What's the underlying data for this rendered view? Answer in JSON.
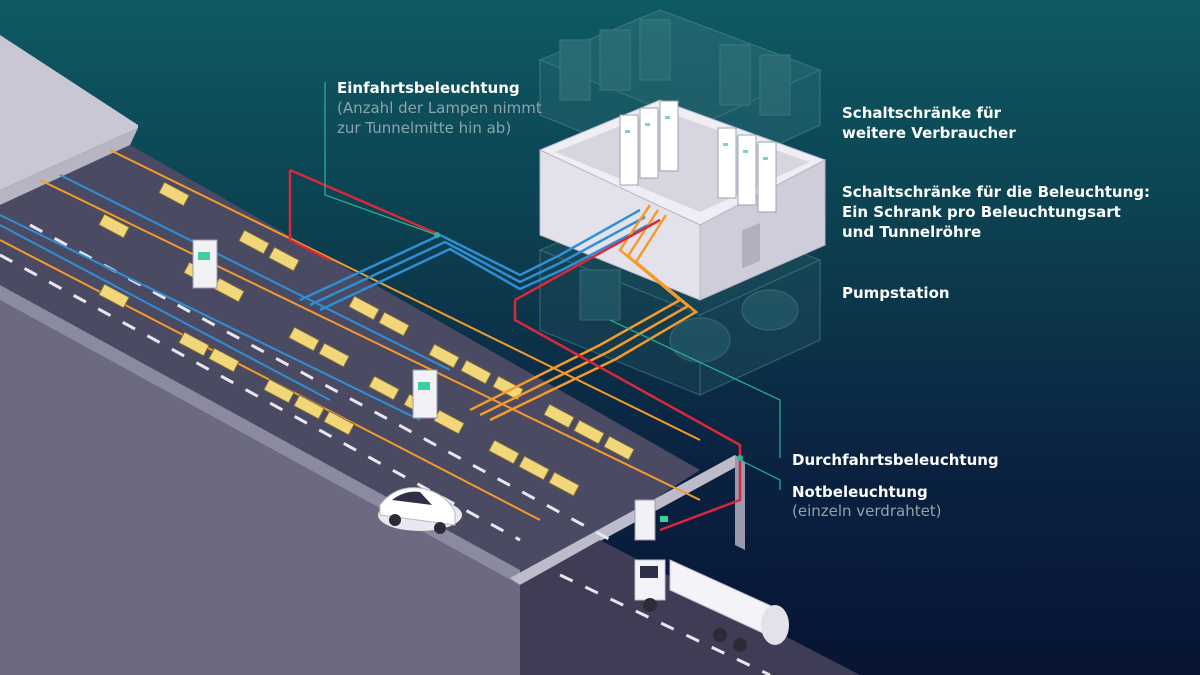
{
  "labels": {
    "entrance_title": "Einfahrtsbeleuchtung",
    "entrance_note": "(Anzahl der Lampen nimmt\nzur Tunnelmitte hin ab)",
    "cabinets_other": "Schaltschränke für\nweitere Verbraucher",
    "cabinets_lighting": "Schaltschränke für die Beleuchtung:\nEin Schrank pro Beleuchtungsart\nund Tunnelröhre",
    "pump_station": "Pumpstation",
    "through_lighting": "Durchfahrtsbeleuchtung",
    "emergency_title": "Notbeleuchtung",
    "emergency_note": "(einzeln verdrahtet)"
  },
  "colors": {
    "background_top": "#0e5a63",
    "background_bottom": "#081434",
    "entrance_cable": "#2f8fd6",
    "through_cable": "#f59a2b",
    "emergency_cable": "#d8293a",
    "leader_line": "#2bb59a",
    "lamp": "#f2d77a",
    "road": "#4a4a62",
    "tunnel_wall": "#c9c7d4"
  },
  "icons": {
    "car": "car-icon",
    "truck": "tanker-truck-icon",
    "door": "emergency-door-icon",
    "pump": "pump-icon"
  }
}
